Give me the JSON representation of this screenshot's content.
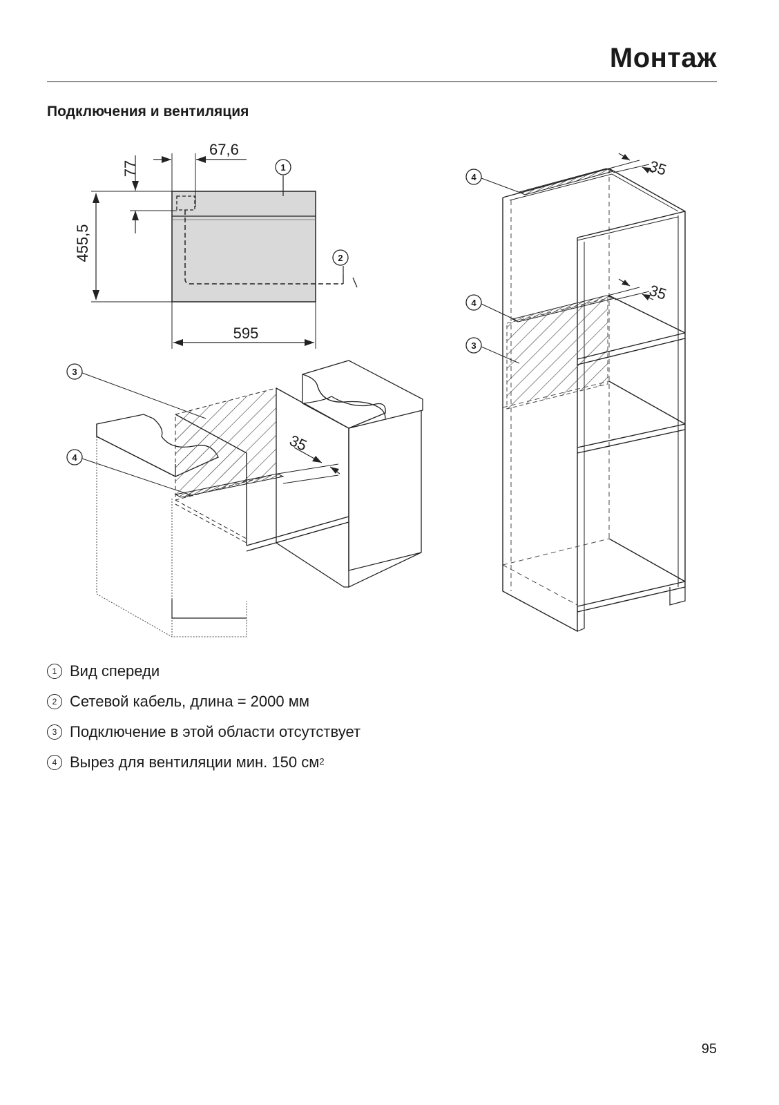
{
  "header": {
    "title": "Монтаж"
  },
  "section": {
    "title": "Подключения и вентиляция"
  },
  "diagram": {
    "dim_77": "77",
    "dim_67_6": "67,6",
    "dim_455_5": "455,5",
    "dim_595": "595",
    "dim_35_a": "35",
    "dim_35_b": "35",
    "dim_35_c": "35",
    "callout_1": "1",
    "callout_2": "2",
    "callout_3_left": "3",
    "callout_4_left": "4",
    "callout_4_top": "4",
    "callout_4_mid": "4",
    "callout_3_right": "3"
  },
  "legend": [
    {
      "num": "1",
      "text": "Вид спереди"
    },
    {
      "num": "2",
      "text": "Сетевой кабель, длина = 2000 мм"
    },
    {
      "num": "3",
      "text": "Подключение в этой области отсутствует"
    },
    {
      "num": "4",
      "text": "Вырез для вентиляции мин. 150 см",
      "sup": "2"
    }
  ],
  "page_number": "95"
}
